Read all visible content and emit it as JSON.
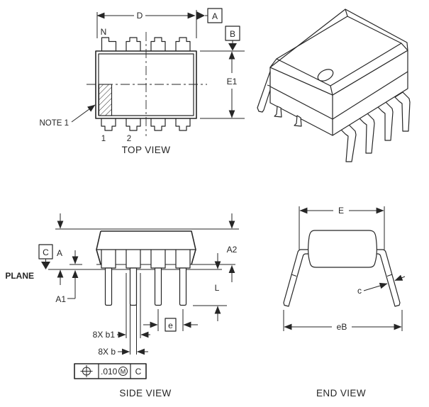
{
  "top_view": {
    "caption": "TOP VIEW",
    "dim_overall_length": "D",
    "lead_count_label": "N",
    "datum_a": "A",
    "datum_b": "B",
    "dim_body_width": "E1",
    "note_label": "NOTE 1",
    "pin_1": "1",
    "pin_2": "2"
  },
  "side_view": {
    "caption": "SIDE VIEW",
    "datum_c": "C",
    "seating_plane_label": "PLANE",
    "dim_overall_height": "A",
    "dim_standoff": "A1",
    "dim_body_thickness": "A2",
    "dim_lead_length": "L",
    "dim_pitch": "e",
    "dim_upper_lead_width": "8X b1",
    "dim_lower_lead_width": "8X b",
    "tolerance_value": ".010",
    "tolerance_modifier": "M",
    "tolerance_datum": "C"
  },
  "end_view": {
    "caption": "END VIEW",
    "dim_shoulder_width": "E",
    "dim_lead_thickness": "c",
    "dim_row_spacing": "eB"
  }
}
